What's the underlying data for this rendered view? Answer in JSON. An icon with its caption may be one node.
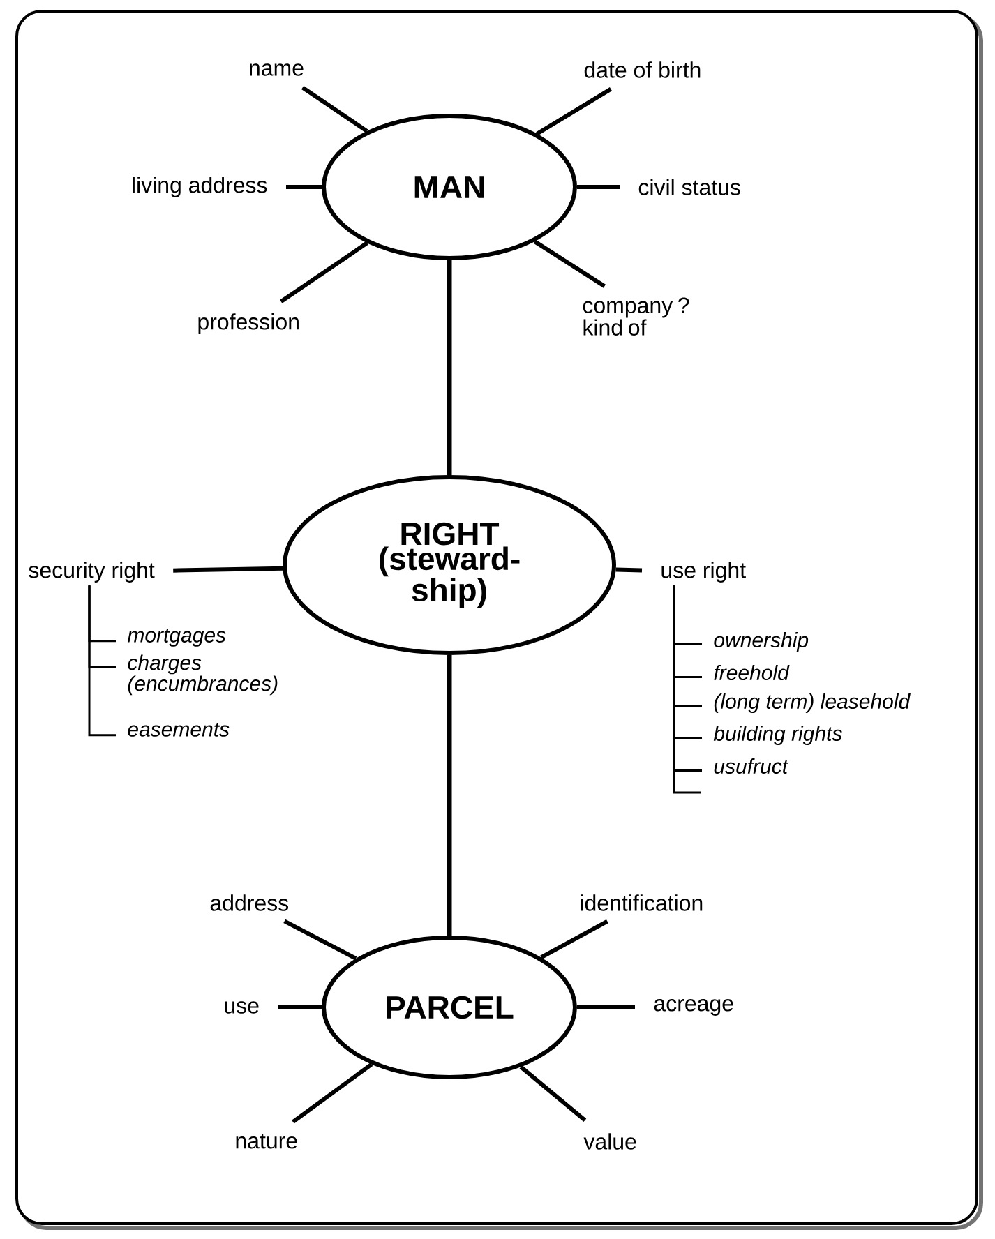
{
  "diagram": {
    "nodes": [
      {
        "text": [
          "name"
        ]
      },
      {
        "text": [
          "date of birth"
        ]
      },
      {
        "text": [
          "living address"
        ]
      },
      {
        "text": [
          "MAN"
        ]
      },
      {
        "text": [
          "civil status"
        ]
      },
      {
        "text": [
          "profession"
        ]
      },
      {
        "text": [
          "company ? kind of"
        ]
      },
      {
        "text": [
          "security right"
        ]
      },
      {
        "text": [
          "RIGHT (steward-ship)"
        ]
      },
      {
        "text": [
          "use right"
        ]
      },
      {
        "text": [
          "mortgages"
        ]
      },
      {
        "text": [
          "charges (encumbrances)"
        ]
      },
      {
        "text": [
          "easements"
        ]
      },
      {
        "text": [
          "ownership"
        ]
      },
      {
        "text": [
          "freehold"
        ]
      },
      {
        "text": [
          "(long term) leasehold"
        ]
      },
      {
        "text": [
          "building rights"
        ]
      },
      {
        "text": [
          "usufruct"
        ]
      },
      {
        "text": [
          "address"
        ]
      },
      {
        "text": [
          "identification"
        ]
      },
      {
        "text": [
          "use"
        ]
      },
      {
        "text": [
          "PARCEL"
        ]
      },
      {
        "text": [
          "acreage"
        ]
      },
      {
        "text": [
          "nature"
        ]
      },
      {
        "text": [
          "value"
        ]
      }
    ],
    "edges": [
      {
        "from": 3,
        "to": 0,
        "arrow": "none"
      },
      {
        "from": 3,
        "to": 1,
        "arrow": "none"
      },
      {
        "from": 3,
        "to": 2,
        "arrow": "none"
      },
      {
        "from": 3,
        "to": 4,
        "arrow": "none"
      },
      {
        "from": 3,
        "to": 5,
        "arrow": "none"
      },
      {
        "from": 3,
        "to": 6,
        "arrow": "none"
      },
      {
        "from": 3,
        "to": 8,
        "arrow": "none"
      },
      {
        "from": 8,
        "to": 7,
        "arrow": "none"
      },
      {
        "from": 8,
        "to": 9,
        "arrow": "none"
      },
      {
        "from": 8,
        "to": 21,
        "arrow": "none"
      },
      {
        "from": 7,
        "to": 10,
        "arrow": "none"
      },
      {
        "from": 7,
        "to": 11,
        "arrow": "none"
      },
      {
        "from": 7,
        "to": 12,
        "arrow": "none"
      },
      {
        "from": 9,
        "to": 13,
        "arrow": "none"
      },
      {
        "from": 9,
        "to": 14,
        "arrow": "none"
      },
      {
        "from": 9,
        "to": 15,
        "arrow": "none"
      },
      {
        "from": 9,
        "to": 16,
        "arrow": "none"
      },
      {
        "from": 9,
        "to": 17,
        "arrow": "none"
      },
      {
        "from": 21,
        "to": 18,
        "arrow": "none"
      },
      {
        "from": 21,
        "to": 19,
        "arrow": "none"
      },
      {
        "from": 21,
        "to": 20,
        "arrow": "none"
      },
      {
        "from": 21,
        "to": 22,
        "arrow": "none"
      },
      {
        "from": 21,
        "to": 23,
        "arrow": "none"
      },
      {
        "from": 21,
        "to": 24,
        "arrow": "none"
      }
    ]
  }
}
